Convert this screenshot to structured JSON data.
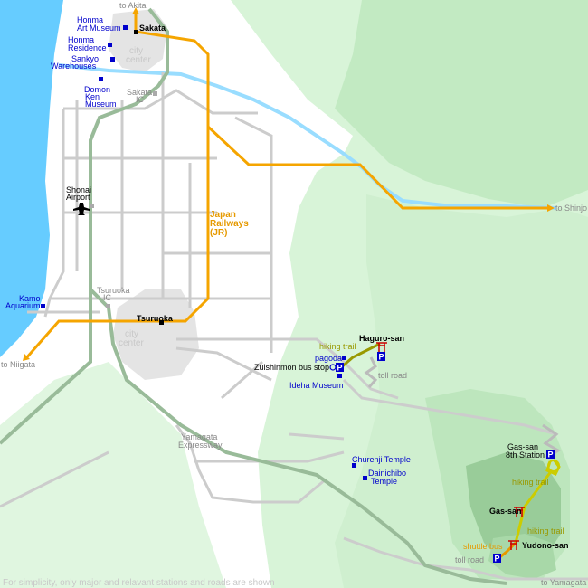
{
  "cities": {
    "sakata": "Sakata",
    "tsuruoka": "Tsuruoka",
    "city_center_1": [
      "city",
      "center"
    ],
    "city_center_2": [
      "city",
      "center"
    ]
  },
  "destinations": {
    "akita": "to Akita",
    "shinjo": "to Shinjo",
    "niigata": "to Niigata",
    "yamagata": "to Yamagata"
  },
  "poi": {
    "honma_art": [
      "Honma",
      "Art Museum"
    ],
    "honma_res": [
      "Honma",
      "Residence"
    ],
    "sankyo": [
      "Sankyo",
      "Warehouses"
    ],
    "domon": [
      "Domon",
      "Ken",
      "Museum"
    ],
    "shonai_airport": [
      "Shonai",
      "Airport"
    ],
    "kamo": [
      "Kamo",
      "Aquarium"
    ],
    "pagoda": "pagoda",
    "zuishinmon": "Zuishinmon bus stop",
    "ideha": "Ideha Museum",
    "churenji": "Churenji Temple",
    "dainichibo": [
      "Dainichibo",
      "Temple"
    ],
    "gassan_8th": [
      "Gas-san",
      "8th Station"
    ]
  },
  "roads": {
    "sakata_ic": [
      "Sakata",
      "IC"
    ],
    "tsuruoka_ic": [
      "Tsuruoka",
      "IC"
    ],
    "expressway": [
      "Yamagata",
      "Expressway"
    ],
    "toll_road_1": "toll road",
    "toll_road_2": "toll road"
  },
  "rail": {
    "jr": [
      "Japan",
      "Railways",
      "(JR)"
    ]
  },
  "mountains": {
    "haguro": "Haguro-san",
    "gassan": "Gas-san",
    "yudono": "Yudono-san"
  },
  "trails": {
    "hiking_1": "hiking trail",
    "hiking_2": "hiking trail",
    "hiking_3": "hiking trail",
    "shuttle": "shuttle bus"
  },
  "parking_symbol": "P",
  "footnote": "For simplicity, only major and relavant stations and roads are shown",
  "colors": {
    "sea": "#66ccff",
    "river": "#99ddff",
    "land_light": "#ddf5dd",
    "land_mid": "#ccefcc",
    "land_dark": "#a9dca9",
    "jr": "#f5a500",
    "road": "#cccccc",
    "expressway": "#99bb99",
    "trail": "#cccc00",
    "poi": "#0000cc"
  }
}
